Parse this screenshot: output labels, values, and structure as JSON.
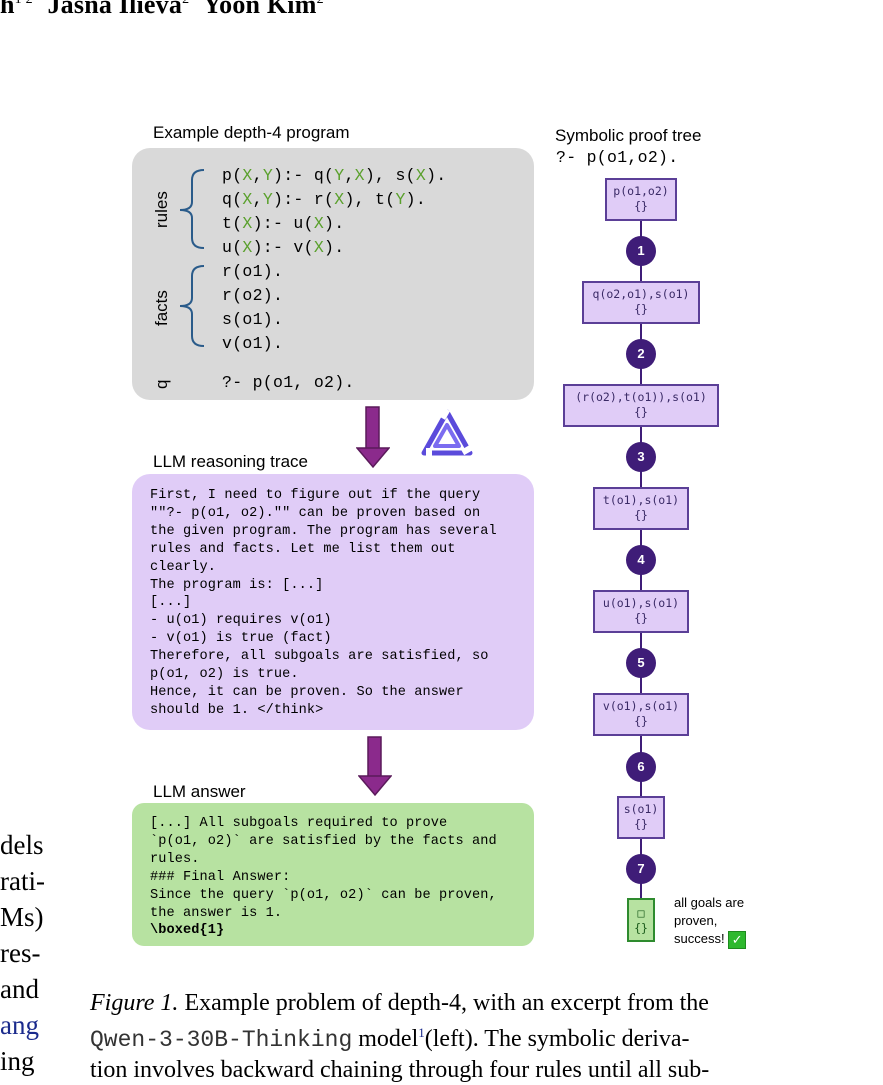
{
  "header": {
    "author_frag": "h",
    "author_frag_sup": "1 2",
    "author2": "Jasna Ilieva",
    "author2_sup": "2",
    "author3": "Yoon Kim",
    "author3_sup": "2"
  },
  "body_fragments": [
    "dels",
    "rati-",
    "Ms)",
    "res-",
    "and",
    "ang",
    "ing"
  ],
  "program_panel": {
    "heading": "Example depth-4 program",
    "rules_label": "rules",
    "facts_label": "facts",
    "q_label": "q",
    "rules": [
      [
        [
          "p(",
          ""
        ],
        [
          "X",
          "g"
        ],
        [
          ",",
          ""
        ],
        [
          "Y",
          "g"
        ],
        [
          "):- q(",
          ""
        ],
        [
          "Y",
          "g"
        ],
        [
          ",",
          ""
        ],
        [
          "X",
          "g"
        ],
        [
          "), s(",
          ""
        ],
        [
          "X",
          "g"
        ],
        [
          ").",
          ""
        ]
      ],
      [
        [
          "q(",
          ""
        ],
        [
          "X",
          "g"
        ],
        [
          ",",
          ""
        ],
        [
          "Y",
          "g"
        ],
        [
          "):- r(",
          ""
        ],
        [
          "X",
          "g"
        ],
        [
          "), t(",
          ""
        ],
        [
          "Y",
          "g"
        ],
        [
          ").",
          ""
        ]
      ],
      [
        [
          "t(",
          ""
        ],
        [
          "X",
          "g"
        ],
        [
          "):- u(",
          ""
        ],
        [
          "X",
          "g"
        ],
        [
          ").",
          ""
        ]
      ],
      [
        [
          "u(",
          ""
        ],
        [
          "X",
          "g"
        ],
        [
          "):- v(",
          ""
        ],
        [
          "X",
          "g"
        ],
        [
          ").",
          ""
        ]
      ]
    ],
    "facts": [
      "r(o1).",
      "r(o2).",
      "s(o1).",
      "v(o1)."
    ],
    "query": "?- p(o1, o2)."
  },
  "trace_panel": {
    "heading": "LLM reasoning trace",
    "lines": [
      "First, I need to figure out if the query",
      "\"\"?- p(o1, o2).\"\" can be proven based on",
      "the given program. The program has several",
      "rules and facts. Let me list them out",
      "clearly.",
      "The program is: [...]",
      "[...]",
      "- u(o1) requires v(o1)",
      "- v(o1) is true (fact)",
      "Therefore, all subgoals are satisfied, so",
      "p(o1, o2) is true.",
      "Hence, it can be proven. So the answer",
      "should be 1. </think>"
    ]
  },
  "answer_panel": {
    "heading": "LLM answer",
    "lines": [
      "[...] All subgoals required to prove",
      "`p(o1, o2)` are satisfied by the facts and",
      "rules.",
      "### Final Answer:",
      "Since the query `p(o1, o2)` can be proven,",
      "the answer is 1."
    ],
    "boxed": "\\boxed{1}"
  },
  "proof_tree": {
    "heading": "Symbolic proof tree",
    "query": "?- p(o1,o2).",
    "nodes": [
      {
        "goal": "p(o1,o2)",
        "subst": "{}"
      },
      {
        "goal": "q(o2,o1),s(o1)",
        "subst": "{}"
      },
      {
        "goal": "(r(o2),t(o1)),s(o1)",
        "subst": "{}"
      },
      {
        "goal": "t(o1),s(o1)",
        "subst": "{}"
      },
      {
        "goal": "u(o1),s(o1)",
        "subst": "{}"
      },
      {
        "goal": "v(o1),s(o1)",
        "subst": "{}"
      },
      {
        "goal": "s(o1)",
        "subst": "{}"
      }
    ],
    "steps": [
      "1",
      "2",
      "3",
      "4",
      "5",
      "6",
      "7"
    ],
    "final_node": {
      "goal": "□",
      "subst": "{}"
    },
    "success_text": [
      "all goals are",
      "proven,",
      "success!"
    ],
    "check_glyph": "✓"
  },
  "caption": {
    "label": "Figure 1.",
    "text1": "Example problem of depth-4, with an excerpt from the",
    "model": "Qwen-3-30B-Thinking",
    "text2a": "model",
    "footnote": "1",
    "text2b": "(left).  The symbolic deriva-",
    "text3": "tion involves backward chaining through four rules until all sub-"
  },
  "colors": {
    "program_bg": "#d9d9d9",
    "trace_bg": "#e0ccf7",
    "answer_bg": "#b7e2a1",
    "arrow": "#8b2a8c",
    "node_border": "#5b3f97",
    "step_fill": "#3f1d78",
    "success_green": "#2eb82e",
    "variable_green": "#5aa02c"
  }
}
